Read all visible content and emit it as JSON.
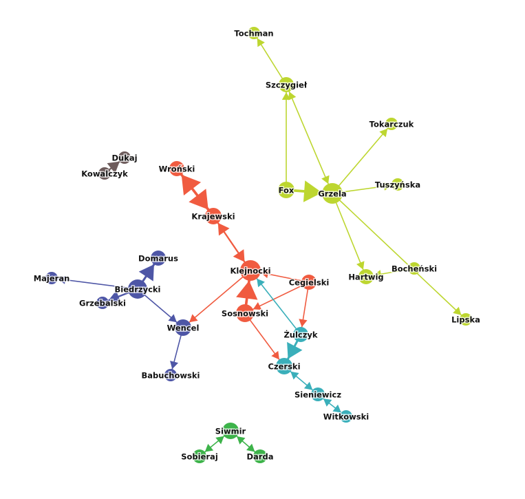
{
  "colors": {
    "lime": "#bdd630",
    "brown": "#6e5c5c",
    "red": "#f05b40",
    "teal": "#3aafba",
    "blue": "#4e56a6",
    "green": "#3db34a"
  },
  "nodes": [
    {
      "id": "Tochman",
      "label": "Tochman",
      "group": "lime"
    },
    {
      "id": "Szczygiel",
      "label": "Szczygieł",
      "group": "lime"
    },
    {
      "id": "Tokarczuk",
      "label": "Tokarczuk",
      "group": "lime"
    },
    {
      "id": "Fox",
      "label": "Fox",
      "group": "lime"
    },
    {
      "id": "Grzela",
      "label": "Grzela",
      "group": "lime"
    },
    {
      "id": "Tuszynska",
      "label": "Tuszyńska",
      "group": "lime"
    },
    {
      "id": "Bochenski",
      "label": "Bocheński",
      "group": "lime"
    },
    {
      "id": "Hartwig",
      "label": "Hartwig",
      "group": "lime"
    },
    {
      "id": "Lipska",
      "label": "Lipska",
      "group": "lime"
    },
    {
      "id": "Dukaj",
      "label": "Dukaj",
      "group": "brown"
    },
    {
      "id": "Kowalczyk",
      "label": "Kowalczyk",
      "group": "brown"
    },
    {
      "id": "Wronski",
      "label": "Wroński",
      "group": "red"
    },
    {
      "id": "Krajewski",
      "label": "Krajewski",
      "group": "red"
    },
    {
      "id": "Klejnocki",
      "label": "Klejnocki",
      "group": "red"
    },
    {
      "id": "Cegielski",
      "label": "Cegielski",
      "group": "red"
    },
    {
      "id": "Sosnowski",
      "label": "Sosnowski",
      "group": "red"
    },
    {
      "id": "Zulczyk",
      "label": "Żulczyk",
      "group": "teal"
    },
    {
      "id": "Czerski",
      "label": "Czerski",
      "group": "teal"
    },
    {
      "id": "Sieniewicz",
      "label": "Sieniewicz",
      "group": "teal"
    },
    {
      "id": "Witkowski",
      "label": "Witkowski",
      "group": "teal"
    },
    {
      "id": "Domarus",
      "label": "Domarus",
      "group": "blue"
    },
    {
      "id": "Majeran",
      "label": "Majeran",
      "group": "blue"
    },
    {
      "id": "Biedrzycki",
      "label": "Biedrzycki",
      "group": "blue"
    },
    {
      "id": "Grzebalski",
      "label": "Grzebalski",
      "group": "blue"
    },
    {
      "id": "Wencel",
      "label": "Wencel",
      "group": "blue"
    },
    {
      "id": "Babuchowski",
      "label": "Babuchowski",
      "group": "blue"
    },
    {
      "id": "Siwmir",
      "label": "Siwmir",
      "group": "green"
    },
    {
      "id": "Sobieraj",
      "label": "Sobieraj",
      "group": "green"
    },
    {
      "id": "Darda",
      "label": "Darda",
      "group": "green"
    }
  ],
  "edges": [
    {
      "from": "Szczygiel",
      "to": "Tochman",
      "weight": 1,
      "both": false
    },
    {
      "from": "Fox",
      "to": "Szczygiel",
      "weight": 1,
      "both": false
    },
    {
      "from": "Grzela",
      "to": "Szczygiel",
      "weight": 1,
      "both": true
    },
    {
      "from": "Fox",
      "to": "Grzela",
      "weight": 4,
      "both": false
    },
    {
      "from": "Grzela",
      "to": "Tokarczuk",
      "weight": 1,
      "both": false
    },
    {
      "from": "Grzela",
      "to": "Tuszynska",
      "weight": 1,
      "both": false
    },
    {
      "from": "Grzela",
      "to": "Hartwig",
      "weight": 1,
      "both": false
    },
    {
      "from": "Grzela",
      "to": "Lipska",
      "weight": 1,
      "both": false
    },
    {
      "from": "Bochenski",
      "to": "Hartwig",
      "weight": 1,
      "both": false
    },
    {
      "from": "Kowalczyk",
      "to": "Dukaj",
      "weight": 2,
      "both": false
    },
    {
      "from": "Wronski",
      "to": "Krajewski",
      "weight": 4,
      "both": true
    },
    {
      "from": "Krajewski",
      "to": "Klejnocki",
      "weight": 2,
      "both": true
    },
    {
      "from": "Cegielski",
      "to": "Klejnocki",
      "weight": 1,
      "both": false
    },
    {
      "from": "Cegielski",
      "to": "Sosnowski",
      "weight": 1,
      "both": false
    },
    {
      "from": "Cegielski",
      "to": "Zulczyk",
      "weight": 1,
      "both": false
    },
    {
      "from": "Sosnowski",
      "to": "Klejnocki",
      "weight": 4,
      "both": false
    },
    {
      "from": "Klejnocki",
      "to": "Wencel",
      "weight": 1,
      "both": false
    },
    {
      "from": "Sosnowski",
      "to": "Czerski",
      "weight": 1,
      "both": false
    },
    {
      "from": "Zulczyk",
      "to": "Klejnocki",
      "weight": 1,
      "both": false
    },
    {
      "from": "Zulczyk",
      "to": "Czerski",
      "weight": 3,
      "both": false
    },
    {
      "from": "Sieniewicz",
      "to": "Czerski",
      "weight": 1,
      "both": true
    },
    {
      "from": "Sieniewicz",
      "to": "Witkowski",
      "weight": 1,
      "both": true
    },
    {
      "from": "Biedrzycki",
      "to": "Domarus",
      "weight": 3,
      "both": false
    },
    {
      "from": "Biedrzycki",
      "to": "Majeran",
      "weight": 1,
      "both": false
    },
    {
      "from": "Biedrzycki",
      "to": "Grzebalski",
      "weight": 2,
      "both": false
    },
    {
      "from": "Biedrzycki",
      "to": "Wencel",
      "weight": 1,
      "both": false
    },
    {
      "from": "Wencel",
      "to": "Babuchowski",
      "weight": 1,
      "both": false
    },
    {
      "from": "Siwmir",
      "to": "Sobieraj",
      "weight": 1,
      "both": true
    },
    {
      "from": "Siwmir",
      "to": "Darda",
      "weight": 1,
      "both": true
    }
  ]
}
